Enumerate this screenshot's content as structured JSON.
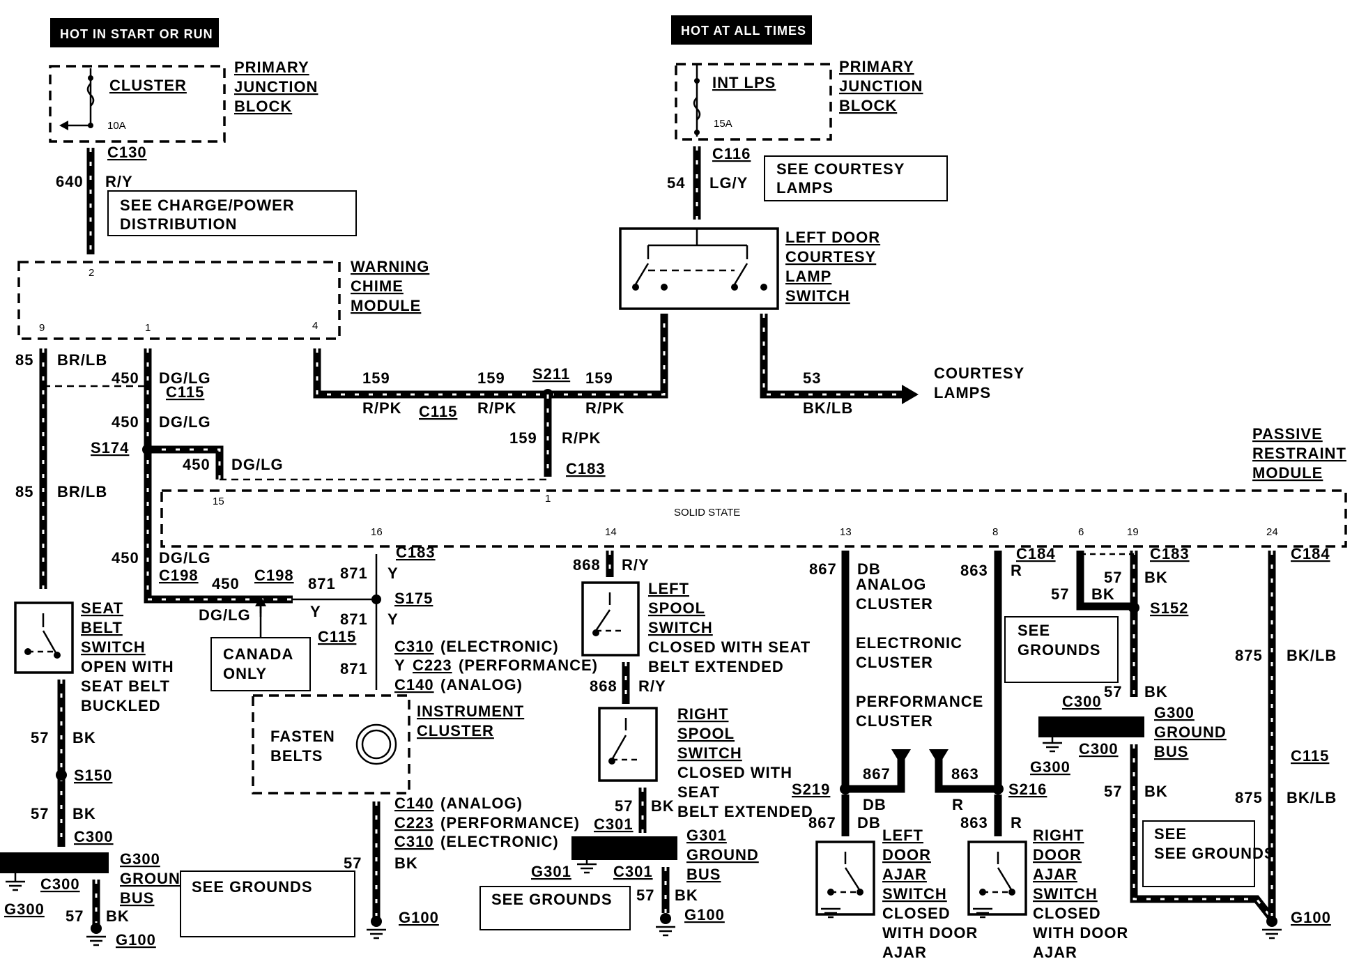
{
  "headers": {
    "hot_start_run": "HOT IN START OR RUN",
    "hot_all_times": "HOT AT ALL TIMES"
  },
  "components": {
    "cluster_fuse": "CLUSTER",
    "cluster_fuse_rating": "10A",
    "int_lps_fuse": "INT LPS",
    "int_lps_fuse_rating": "15A",
    "pjb_left": [
      "PRIMARY",
      "JUNCTION",
      "BLOCK"
    ],
    "pjb_right": [
      "PRIMARY",
      "JUNCTION",
      "BLOCK"
    ],
    "warning_chime": [
      "WARNING",
      "CHIME",
      "MODULE"
    ],
    "left_door_courtesy": [
      "LEFT DOOR",
      "COURTESY",
      "LAMP",
      "SWITCH"
    ],
    "courtesy_lamps": [
      "COURTESY",
      "LAMPS"
    ],
    "passive_restraint": [
      "PASSIVE",
      "RESTRAINT",
      "MODULE"
    ],
    "solid_state": "SOLID STATE",
    "seat_belt_switch": [
      "SEAT",
      "BELT",
      "SWITCH"
    ],
    "seat_belt_note": [
      "OPEN WITH",
      "SEAT BELT",
      "BUCKLED"
    ],
    "left_spool": [
      "LEFT",
      "SPOOL",
      "SWITCH"
    ],
    "left_spool_note": [
      "CLOSED WITH SEAT",
      "BELT EXTENDED"
    ],
    "right_spool": [
      "RIGHT",
      "SPOOL",
      "SWITCH"
    ],
    "right_spool_note": [
      "CLOSED WITH",
      "SEAT",
      "BELT EXTENDED"
    ],
    "instrument_cluster": [
      "INSTRUMENT",
      "CLUSTER"
    ],
    "fasten_belts": [
      "FASTEN",
      "BELTS"
    ],
    "canada_only": [
      "CANADA",
      "ONLY"
    ],
    "cluster_types": [
      "ANALOG",
      "CLUSTER",
      "ELECTRONIC",
      "CLUSTER",
      "PERFORMANCE",
      "CLUSTER"
    ],
    "left_door_ajar": [
      "LEFT",
      "DOOR",
      "AJAR",
      "SWITCH"
    ],
    "left_door_ajar_note": [
      "CLOSED",
      "WITH DOOR",
      "AJAR"
    ],
    "right_door_ajar": [
      "RIGHT",
      "DOOR",
      "AJAR",
      "SWITCH"
    ],
    "right_door_ajar_note": [
      "CLOSED",
      "WITH DOOR",
      "AJAR"
    ],
    "g300_bus_left": [
      "G300",
      "GROUND",
      "BUS"
    ],
    "g301_bus": [
      "G301",
      "GROUND",
      "BUS"
    ],
    "g300_bus_right": [
      "G300",
      "GROUND",
      "BUS"
    ]
  },
  "notes": {
    "see_charge": [
      "SEE CHARGE/POWER",
      "DISTRIBUTION"
    ],
    "see_courtesy": [
      "SEE COURTESY",
      "LAMPS"
    ],
    "see_grounds": "SEE GROUNDS",
    "see_grounds_2": [
      "SEE",
      "GROUNDS"
    ]
  },
  "connectors": {
    "c130": "C130",
    "c116": "C116",
    "c115": "C115",
    "c183": "C183",
    "c184": "C184",
    "c198": "C198",
    "c310": "C310",
    "c223": "C223",
    "c140": "C140",
    "c300": "C300",
    "c301": "C301",
    "s211": "S211",
    "s174": "S174",
    "s175": "S175",
    "s150": "S150",
    "s152": "S152",
    "s219": "S219",
    "s216": "S216",
    "g300": "G300",
    "g301": "G301",
    "g100": "G100",
    "electronic": "(ELECTRONIC)",
    "performance": "(PERFORMANCE)",
    "analog": "(ANALOG)"
  },
  "pins": {
    "p2": "2",
    "p9": "9",
    "p1": "1",
    "p4": "4",
    "p15": "15",
    "p1b": "1",
    "p16": "16",
    "p14": "14",
    "p13": "13",
    "p8": "8",
    "p6": "6",
    "p19": "19",
    "p24": "24"
  },
  "circuits": {
    "c640": "640",
    "ry": "R/Y",
    "c54": "54",
    "lgy": "LG/Y",
    "c85": "85",
    "brlb": "BR/LB",
    "c450": "450",
    "dglg": "DG/LG",
    "c159": "159",
    "rpk": "R/PK",
    "c53": "53",
    "bklb": "BK/LB",
    "c871": "871",
    "y": "Y",
    "c868": "868",
    "c867": "867",
    "db": "DB",
    "c863": "863",
    "r": "R",
    "c57": "57",
    "bk": "BK",
    "c875": "875"
  }
}
